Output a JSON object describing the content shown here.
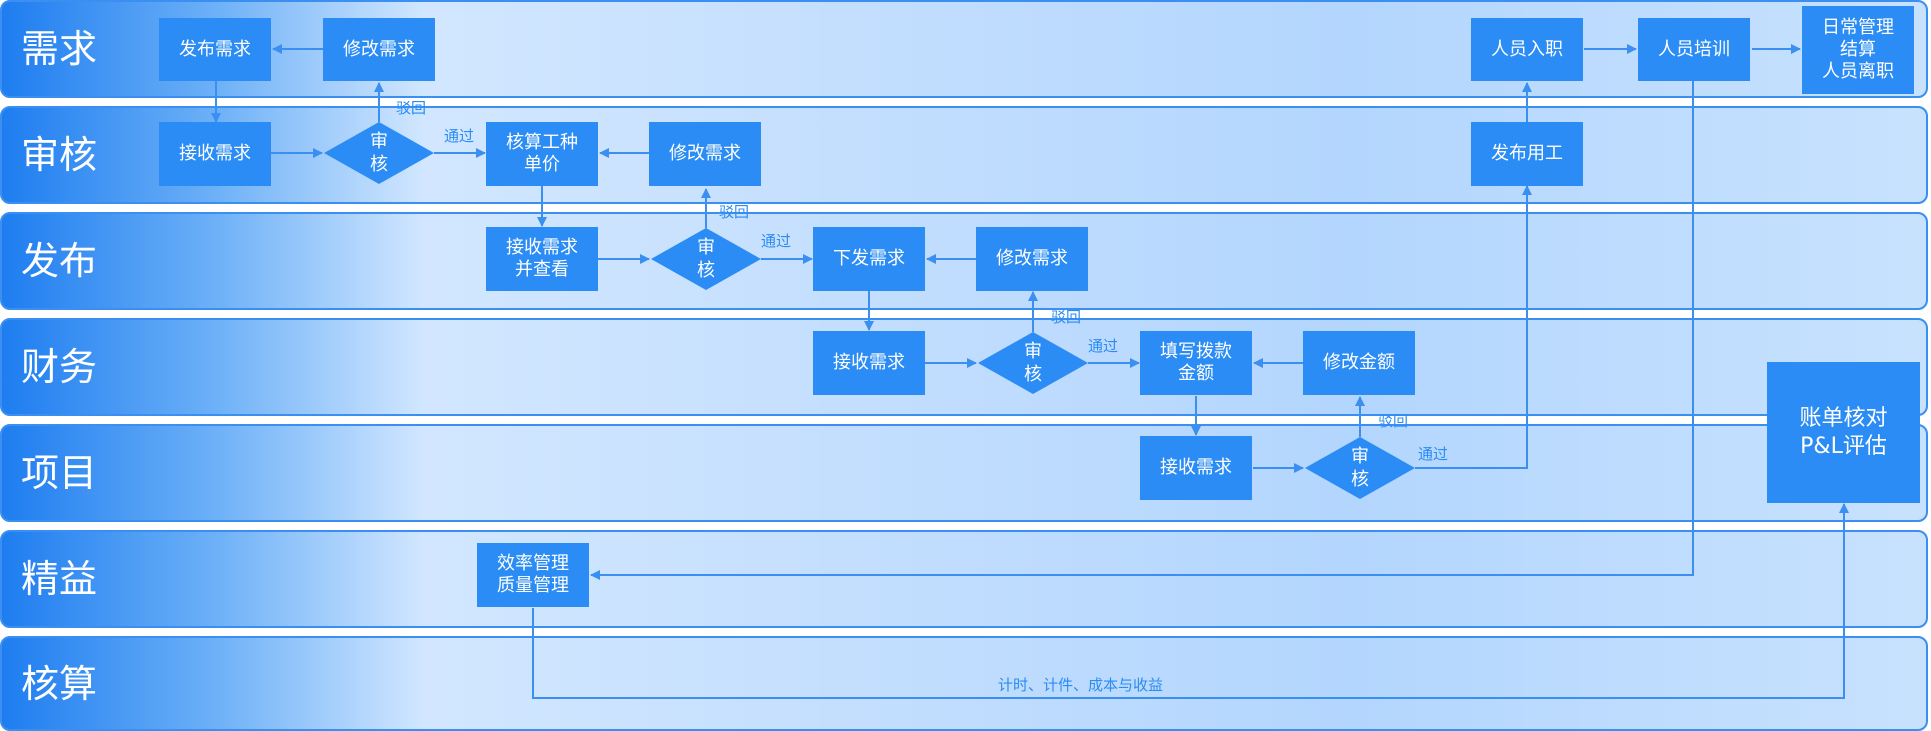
{
  "lanes": [
    "需求",
    "审核",
    "发布",
    "财务",
    "项目",
    "精益",
    "核算"
  ],
  "boxes": {
    "fabu_xuqiu": "发布需求",
    "xiugai_1": "修改需求",
    "jieshou_1": "接收需求",
    "hesuan_danjia": "核算工种\n单价",
    "xiugai_2": "修改需求",
    "jieshou_chakan": "接收需求\n并查看",
    "xiafa": "下发需求",
    "xiugai_3": "修改需求",
    "jieshou_3": "接收需求",
    "tianxie": "填写拨款\n金额",
    "xiugai_jine": "修改金额",
    "jieshou_4": "接收需求",
    "xiaolv": "效率管理\n质量管理",
    "fabu_yonggong": "发布用工",
    "ruzhi": "人员入职",
    "peixun": "人员培训",
    "richang": "日常管理\n结算\n人员离职",
    "zhangdan": "账单核对\nP&L评估"
  },
  "diamond_label": "审\n核",
  "notes": {
    "bohui": "驳回",
    "tongguo": "通过",
    "bottom": "计时、计件、成本与收益"
  },
  "colors": {
    "primary": "#2a8cf4",
    "line": "#3b8ff0"
  }
}
